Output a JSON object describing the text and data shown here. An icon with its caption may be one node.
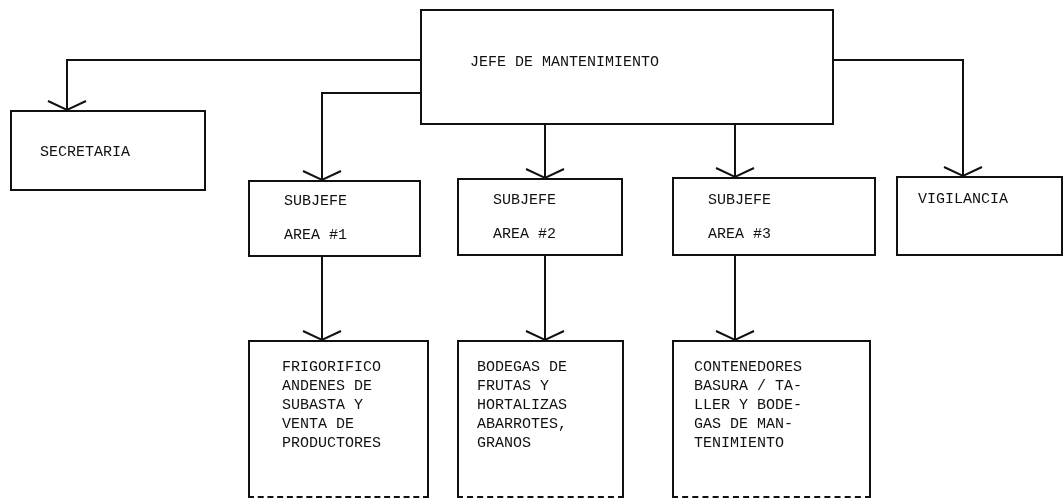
{
  "diagram": {
    "nodes": [
      {
        "text": [
          "JEFE DE MANTENIMIENTO"
        ]
      },
      {
        "text": [
          "SECRETARIA"
        ]
      },
      {
        "text": [
          "SUBJEFE",
          "AREA #1"
        ]
      },
      {
        "text": [
          "SUBJEFE",
          "AREA #2"
        ]
      },
      {
        "text": [
          "SUBJEFE",
          "AREA #3"
        ]
      },
      {
        "text": [
          "VIGILANCIA"
        ]
      },
      {
        "text": [
          "FRIGORIFICO ANDENES DE SUBASTA Y VENTA DE PRODUCTORES"
        ]
      },
      {
        "text": [
          "BODEGAS DE FRUTAS Y HORTALIZAS ABARROTES, GRANOS"
        ]
      },
      {
        "text": [
          "CONTENEDORES BASURA / TA- LLER Y BODE- GAS DE MAN- TENIMIENTO"
        ]
      }
    ],
    "edges": [
      {
        "from": 0,
        "to": 1,
        "arrow": "to"
      },
      {
        "from": 0,
        "to": 2,
        "arrow": "to"
      },
      {
        "from": 0,
        "to": 3,
        "arrow": "to"
      },
      {
        "from": 0,
        "to": 4,
        "arrow": "to"
      },
      {
        "from": 0,
        "to": 5,
        "arrow": "to"
      },
      {
        "from": 2,
        "to": 6,
        "arrow": "to"
      },
      {
        "from": 3,
        "to": 7,
        "arrow": "to"
      },
      {
        "from": 4,
        "to": 8,
        "arrow": "to"
      }
    ]
  }
}
